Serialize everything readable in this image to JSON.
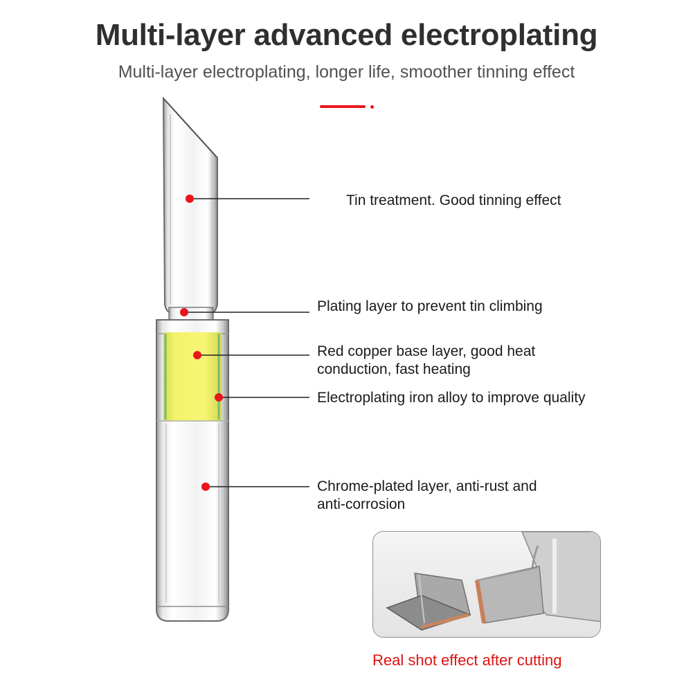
{
  "header": {
    "title": "Multi-layer advanced electroplating",
    "subtitle": "Multi-layer electroplating, longer life, smoother tinning effect"
  },
  "callouts": [
    {
      "text": "Tin treatment. Good tinning effect"
    },
    {
      "text": "Plating layer to prevent tin climbing"
    },
    {
      "line1": "Red copper base layer, good heat",
      "line2": "conduction, fast heating"
    },
    {
      "text": "Electroplating iron alloy to improve quality"
    },
    {
      "line1": "Chrome-plated layer, anti-rust and",
      "line2": "anti-corrosion"
    }
  ],
  "photo": {
    "caption": "Real shot effect after cutting"
  },
  "colors": {
    "accent": "#e8161b",
    "title_text": "#2f2f2f",
    "copper_layer": "#f2f06a",
    "alloy_stripe": "#6fc06a",
    "caption": "#e01010"
  }
}
